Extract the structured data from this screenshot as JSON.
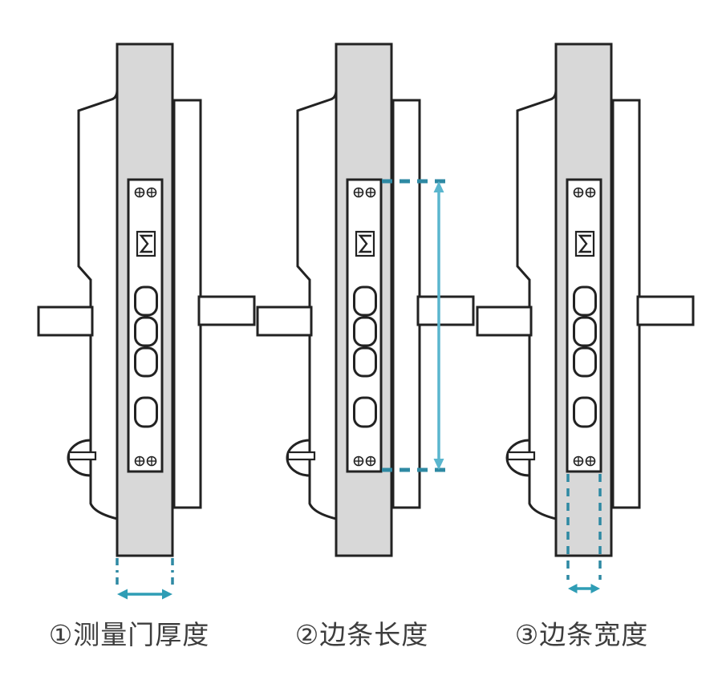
{
  "diagram": {
    "title_present": false,
    "colors": {
      "outline": "#222222",
      "door_fill": "#d8d8d8",
      "measure_dash": "#2e89a3",
      "measure_arrow": "#2f9db5",
      "measure_line": "#5ab6ce",
      "caption_text": "#3d3d3d",
      "background": "#ffffff"
    },
    "icons": [
      "screw-icon",
      "latch-symbol-icon",
      "thumbturn-icon"
    ],
    "steps": [
      {
        "id": "①",
        "label": "①测量门厚度"
      },
      {
        "id": "②",
        "label": "②边条长度"
      },
      {
        "id": "③",
        "label": "③边条宽度"
      }
    ]
  }
}
